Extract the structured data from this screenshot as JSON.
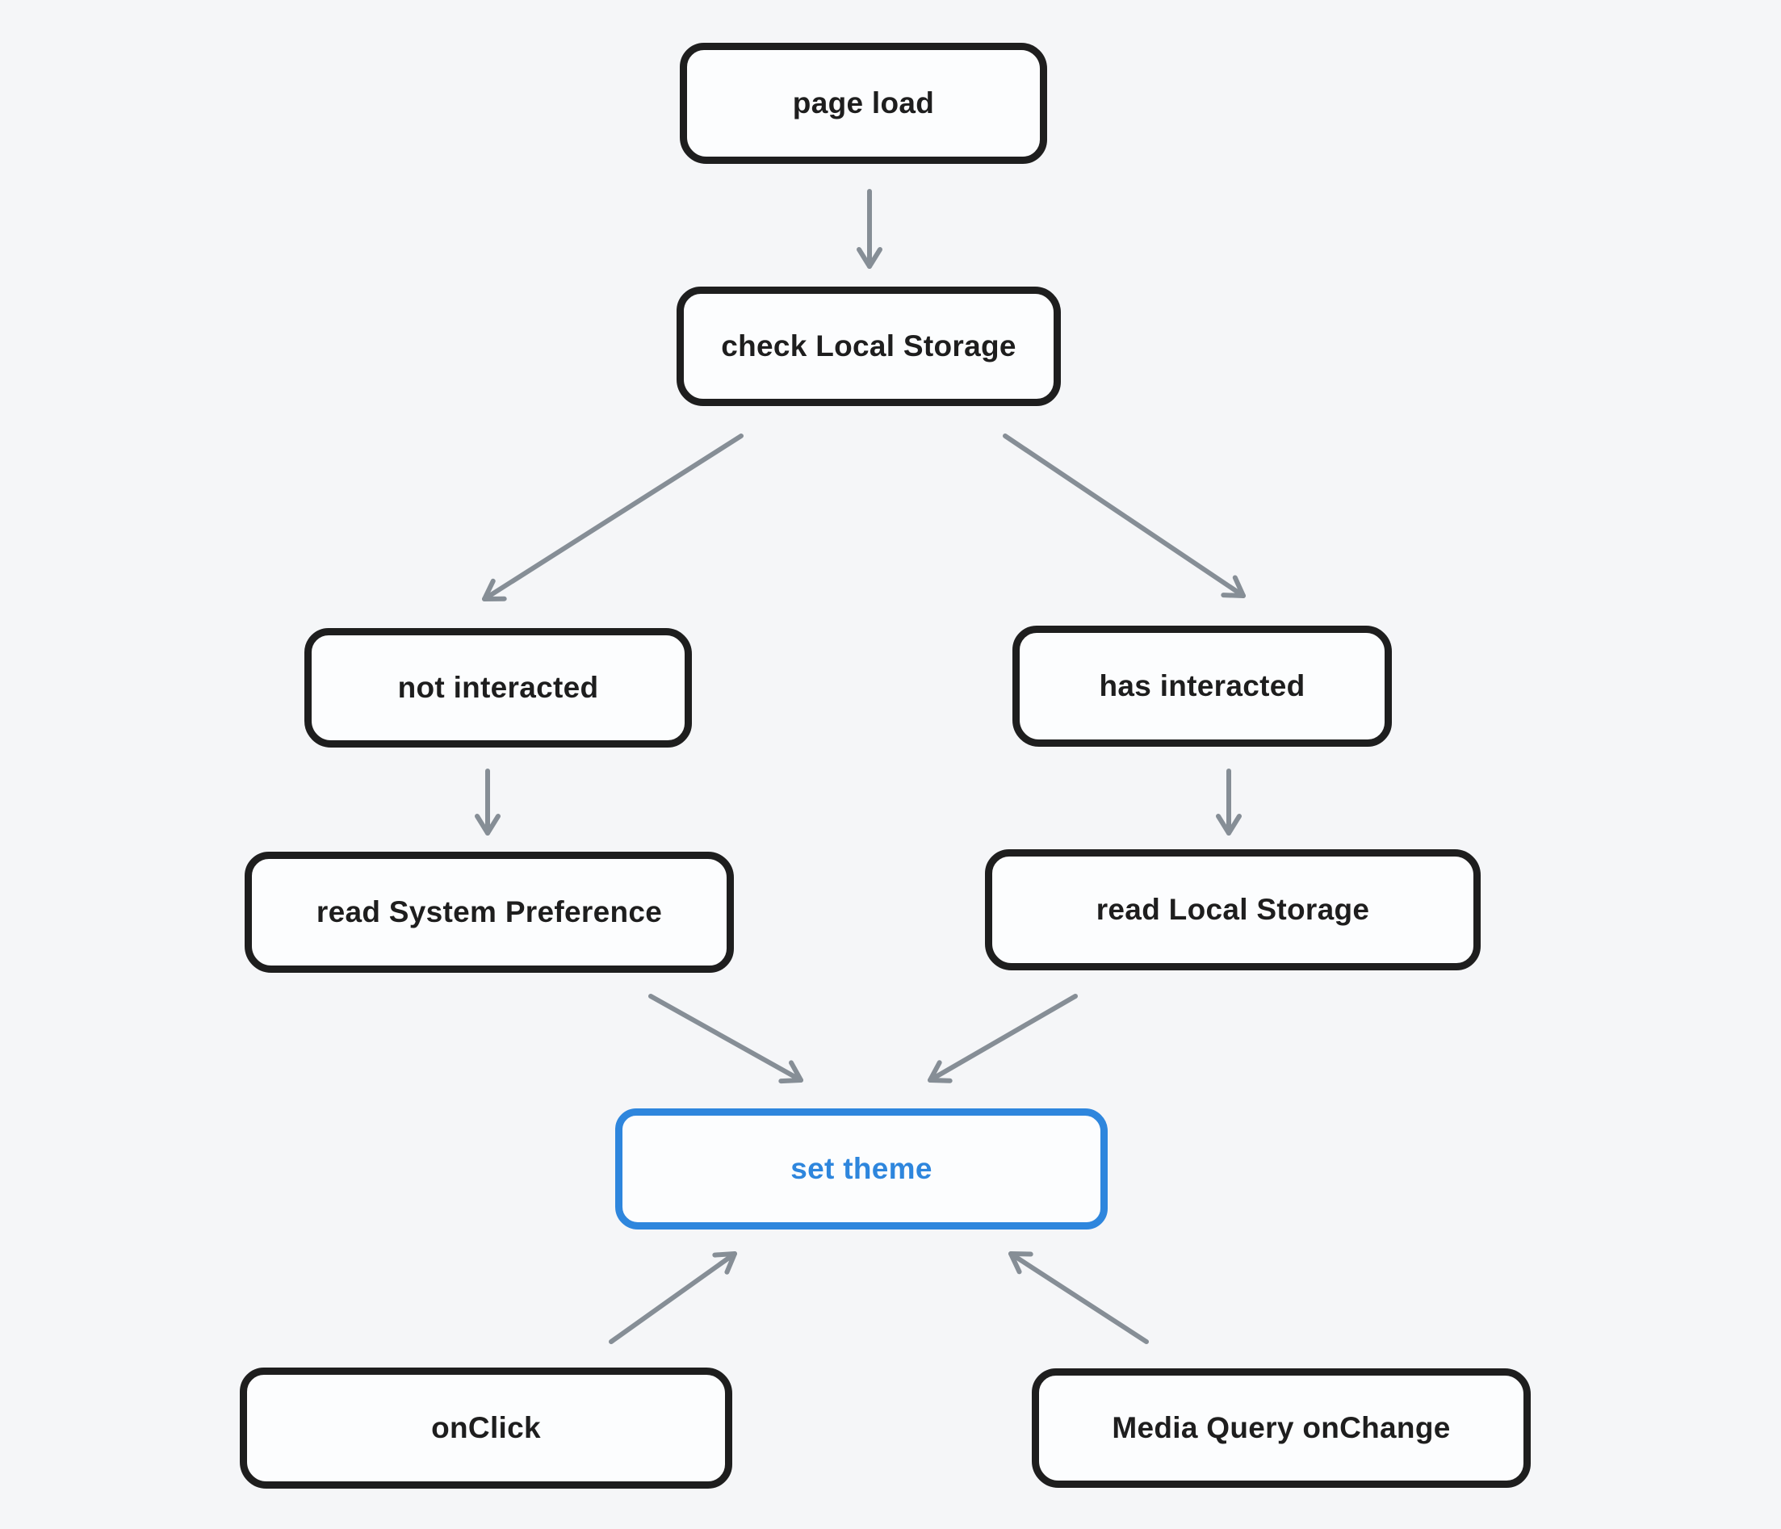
{
  "diagram": {
    "colors": {
      "background": "#f5f6f8",
      "node_stroke": "#1e1e1e",
      "node_fill": "#fcfdfe",
      "arrow": "#868e96",
      "accent": "#2e86dd"
    },
    "nodes": [
      {
        "id": "page-load",
        "label": "page load"
      },
      {
        "id": "check-local-storage",
        "label": "check Local Storage"
      },
      {
        "id": "not-interacted",
        "label": "not interacted"
      },
      {
        "id": "has-interacted",
        "label": "has interacted"
      },
      {
        "id": "read-system-preference",
        "label": "read System Preference"
      },
      {
        "id": "read-local-storage",
        "label": "read Local Storage"
      },
      {
        "id": "set-theme",
        "label": "set theme",
        "accent": true
      },
      {
        "id": "onclick",
        "label": "onClick"
      },
      {
        "id": "media-query-onchange",
        "label": "Media Query onChange"
      }
    ],
    "edges": [
      {
        "from": "page-load",
        "to": "check-local-storage"
      },
      {
        "from": "check-local-storage",
        "to": "not-interacted"
      },
      {
        "from": "check-local-storage",
        "to": "has-interacted"
      },
      {
        "from": "not-interacted",
        "to": "read-system-preference"
      },
      {
        "from": "has-interacted",
        "to": "read-local-storage"
      },
      {
        "from": "read-system-preference",
        "to": "set-theme"
      },
      {
        "from": "read-local-storage",
        "to": "set-theme"
      },
      {
        "from": "onclick",
        "to": "set-theme"
      },
      {
        "from": "media-query-onchange",
        "to": "set-theme"
      }
    ]
  }
}
